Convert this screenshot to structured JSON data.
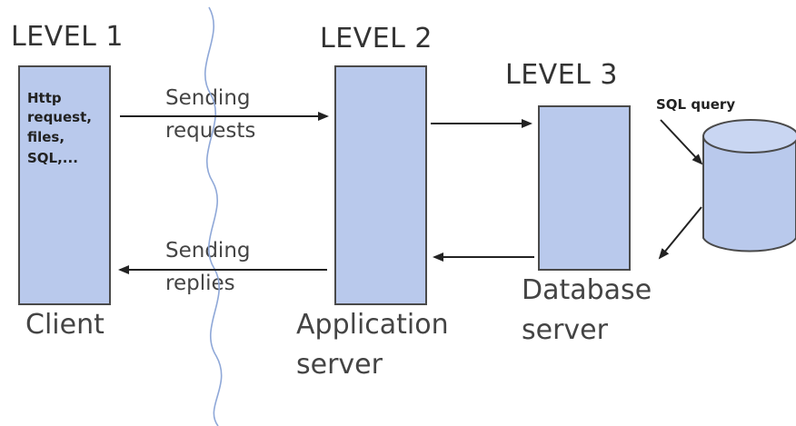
{
  "levels": {
    "level1": "LEVEL 1",
    "level2": "LEVEL 2",
    "level3": "LEVEL 3"
  },
  "client": {
    "box_lines": [
      "Http",
      "request,",
      "files,",
      "SQL,..."
    ],
    "caption": "Client"
  },
  "application_server": {
    "caption_line1": "Application",
    "caption_line2": "server"
  },
  "database_server": {
    "caption_line1": "Database",
    "caption_line2": "server"
  },
  "arrows": {
    "sending_requests_line1": "Sending",
    "sending_requests_line2": "requests",
    "sending_replies_line1": "Sending",
    "sending_replies_line2": "replies",
    "sql_query": "SQL query"
  },
  "colors": {
    "box_fill": "#b9c9ec",
    "outline": "#4a4a4a",
    "divider": "#8fa8d8"
  }
}
